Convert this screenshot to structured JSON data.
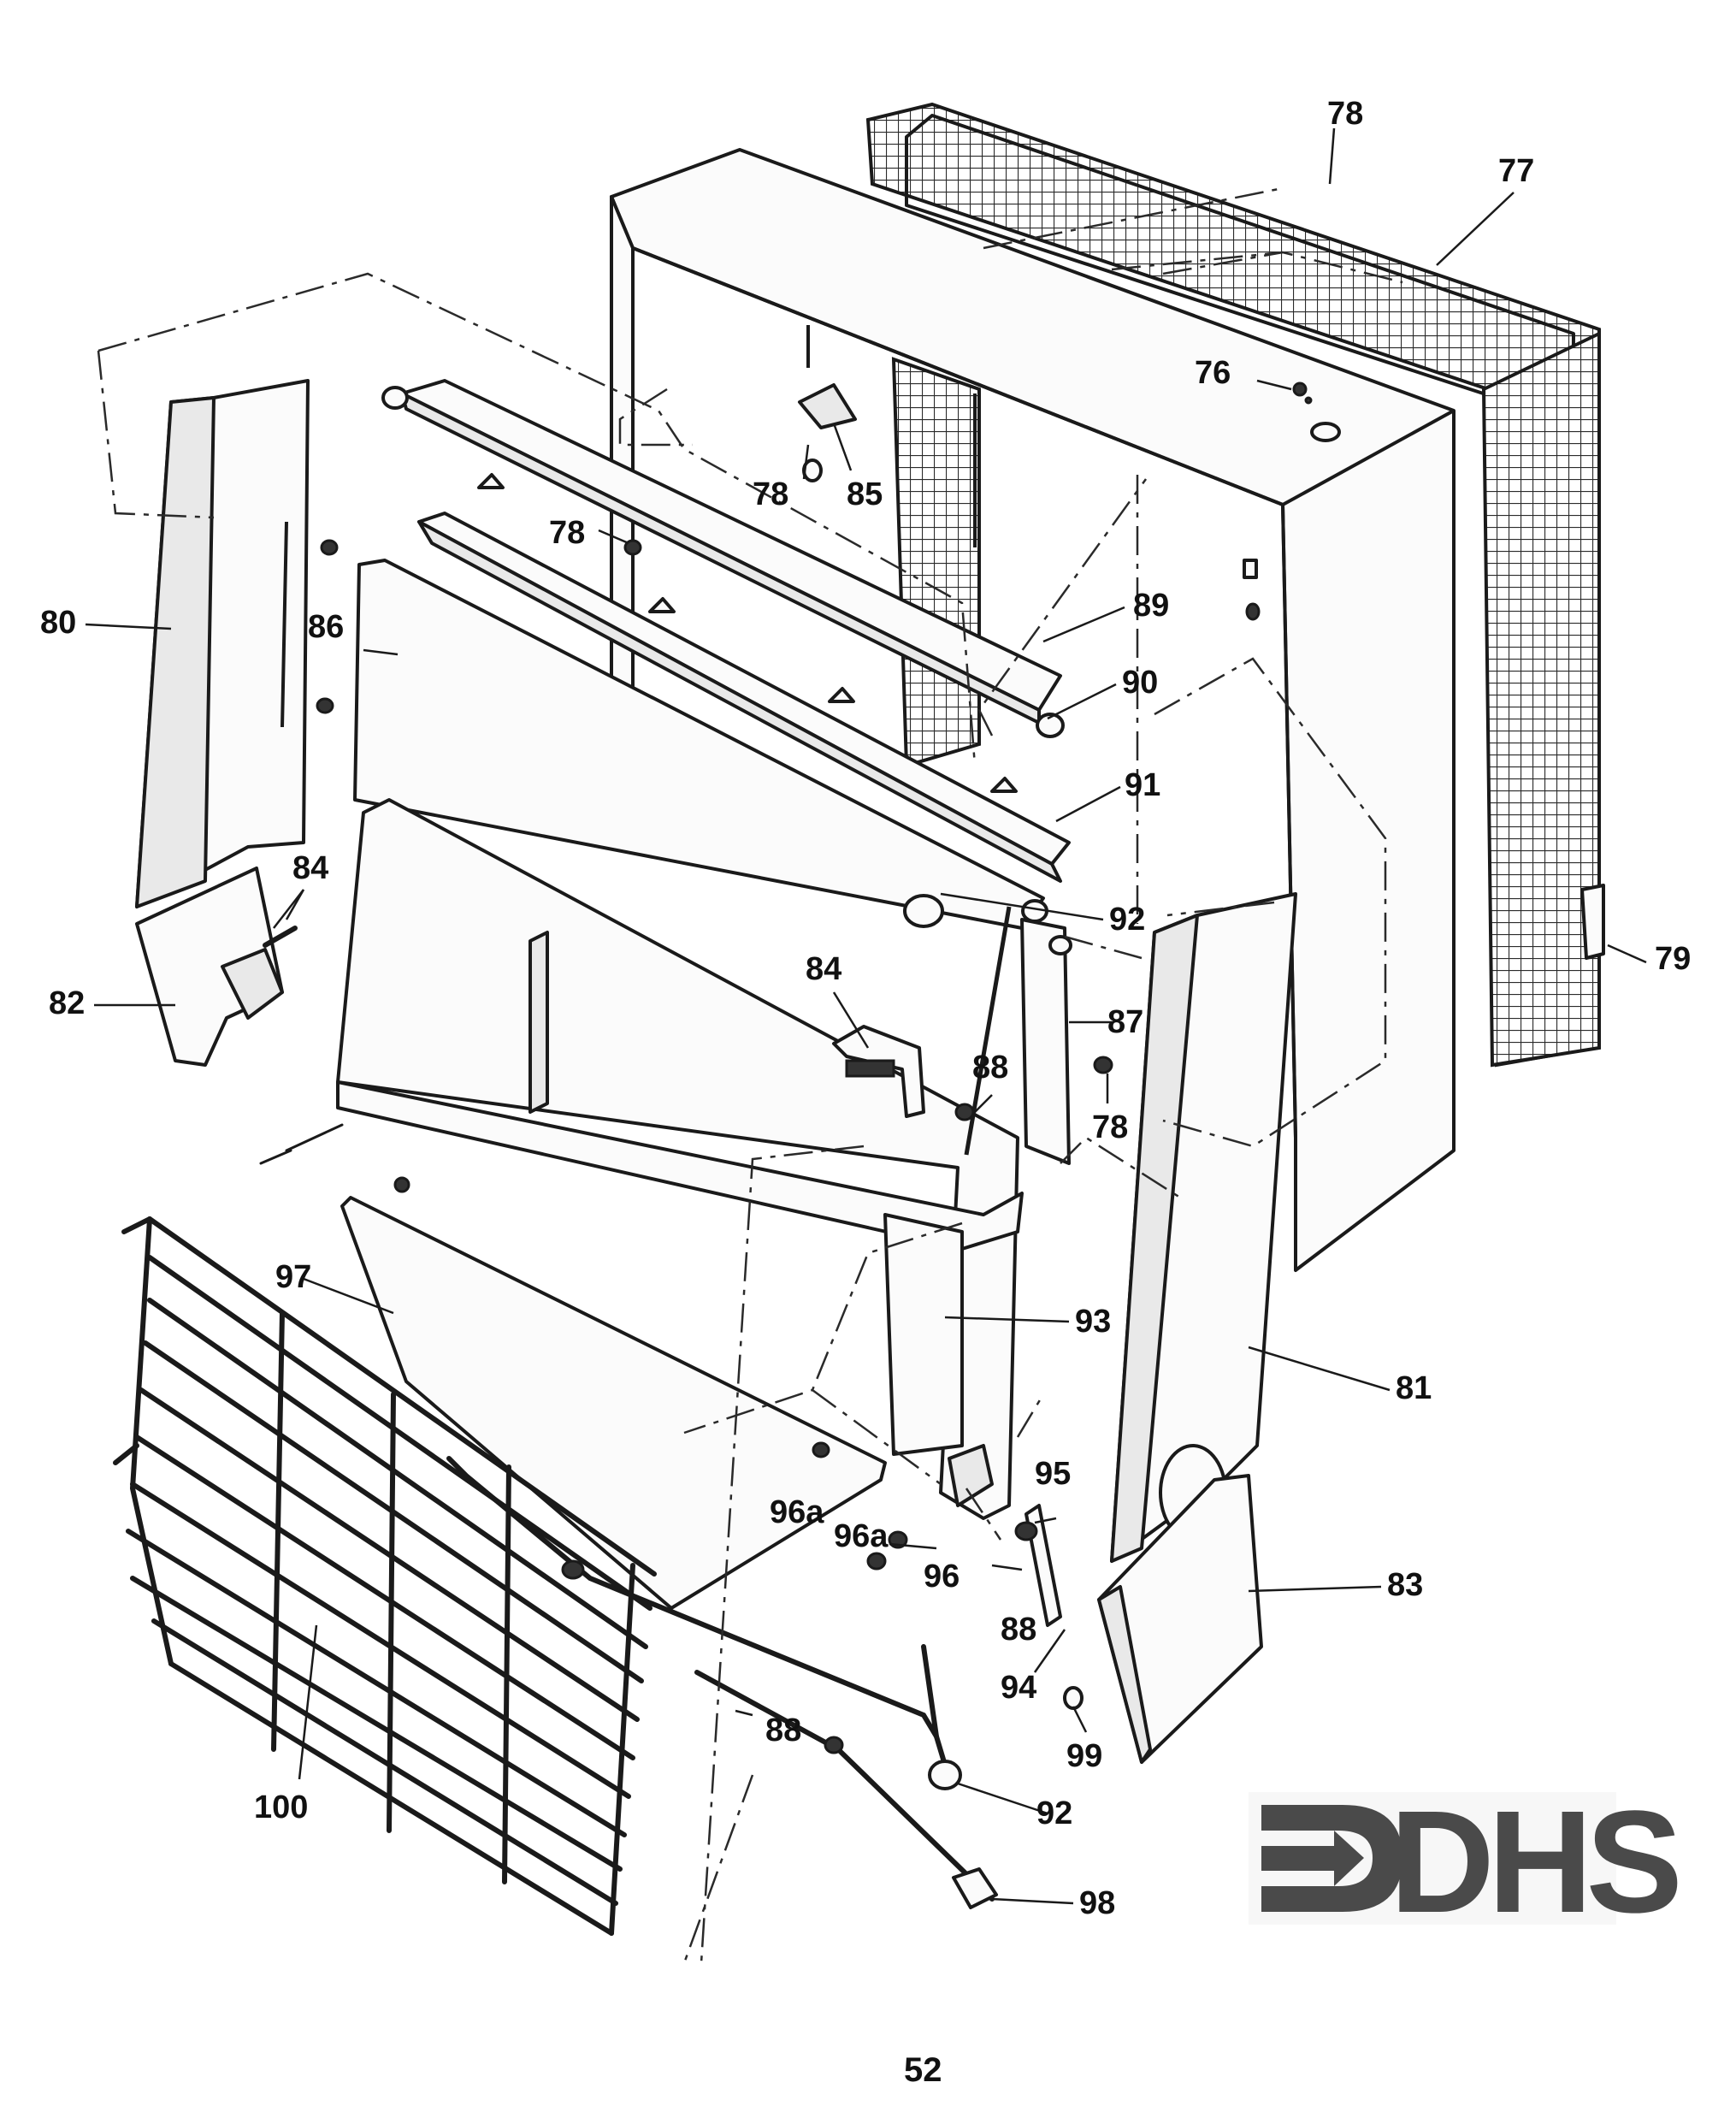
{
  "diagram": {
    "callouts": {
      "c76": "76",
      "c77": "77",
      "c78a": "78",
      "c78b": "78",
      "c78c": "78",
      "c78d": "78",
      "c79": "79",
      "c80": "80",
      "c81": "81",
      "c82": "82",
      "c83": "83",
      "c84a": "84",
      "c84b": "84",
      "c85": "85",
      "c86": "86",
      "c87": "87",
      "c88a": "88",
      "c88b": "88",
      "c88c": "88",
      "c89": "89",
      "c90": "90",
      "c91": "91",
      "c92a": "92",
      "c92b": "92",
      "c93": "93",
      "c94": "94",
      "c95": "95",
      "c96": "96",
      "c96a1": "96a",
      "c96a2": "96a",
      "c97": "97",
      "c98": "98",
      "c99": "99",
      "c100": "100"
    }
  },
  "logo": {
    "text": "DHS",
    "color": "#4a4a4a"
  },
  "page": {
    "number": "52"
  }
}
